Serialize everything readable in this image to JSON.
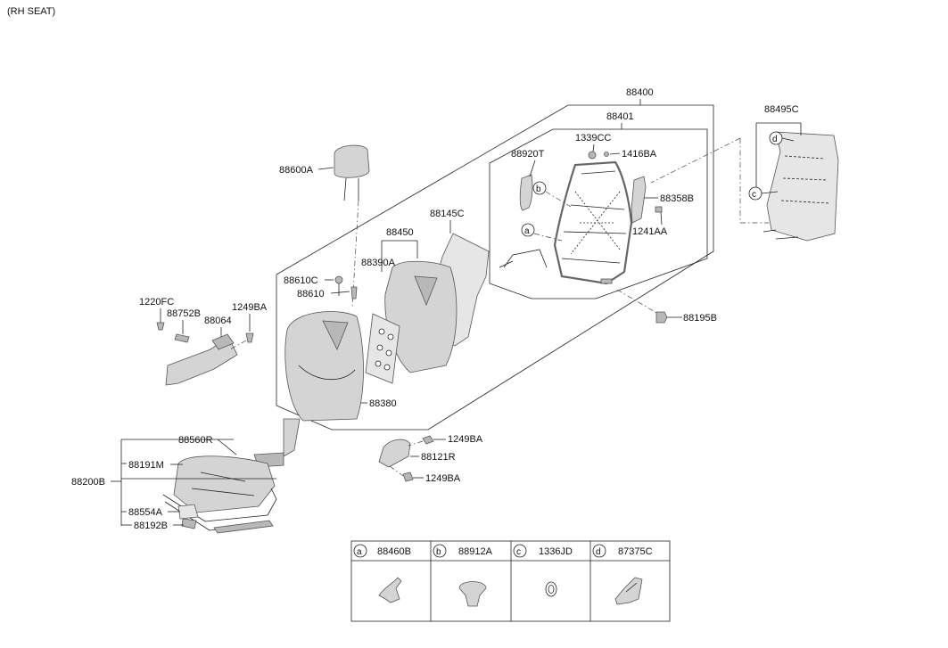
{
  "header": {
    "title": "(RH SEAT)"
  },
  "labels": {
    "l88400": "88400",
    "l88401": "88401",
    "l88495C": "88495C",
    "l1339CC": "1339CC",
    "l1416BA": "1416BA",
    "l88920T": "88920T",
    "l88358B": "88358B",
    "l1241AA": "1241AA",
    "l88600A": "88600A",
    "l88145C": "88145C",
    "l88450": "88450",
    "l88390A": "88390A",
    "l88610C": "88610C",
    "l88610": "88610",
    "l1220FC": "1220FC",
    "l88752B": "88752B",
    "l88064": "88064",
    "l1249BA_a": "1249BA",
    "l88380": "88380",
    "l88195B": "88195B",
    "l88560R": "88560R",
    "l88191M": "88191M",
    "l88200B": "88200B",
    "l88554A": "88554A",
    "l88192B": "88192B",
    "l1249BA_b": "1249BA",
    "l88121R": "88121R",
    "l1249BA_c": "1249BA"
  },
  "callouts": {
    "a": "a",
    "b": "b",
    "c": "c",
    "d": "d"
  },
  "legend_table": [
    {
      "letter": "a",
      "part": "88460B"
    },
    {
      "letter": "b",
      "part": "88912A"
    },
    {
      "letter": "c",
      "part": "1336JD"
    },
    {
      "letter": "d",
      "part": "87375C"
    }
  ]
}
